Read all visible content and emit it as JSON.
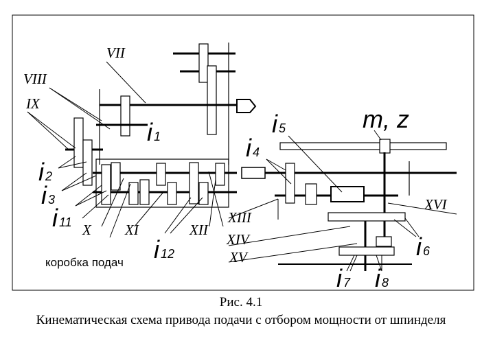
{
  "shaft_labels": {
    "vii": "VII",
    "viii": "VIII",
    "ix": "IX",
    "x": "X",
    "xi": "XI",
    "xii": "XII",
    "xiii": "XIII",
    "xiv": "XIV",
    "xv": "XV",
    "xvi": "XVI"
  },
  "ratio_labels": {
    "i1": {
      "base": "i",
      "sub": "1"
    },
    "i2": {
      "base": "i",
      "sub": "2"
    },
    "i3": {
      "base": "i",
      "sub": "3"
    },
    "i4": {
      "base": "i",
      "sub": "4"
    },
    "i5": {
      "base": "i",
      "sub": "5"
    },
    "i6": {
      "base": "i",
      "sub": "6"
    },
    "i7": {
      "base": "i",
      "sub": "7"
    },
    "i8": {
      "base": "i",
      "sub": "8"
    },
    "i11": {
      "base": "i",
      "sub": "11"
    },
    "i12": {
      "base": "i",
      "sub": "12"
    }
  },
  "module_label": "m, z",
  "gearbox_label": "коробка подач",
  "caption": {
    "number": "Рис. 4.1",
    "title": "Кинематическая схема привода подачи с отбором мощности от шпинделя"
  }
}
